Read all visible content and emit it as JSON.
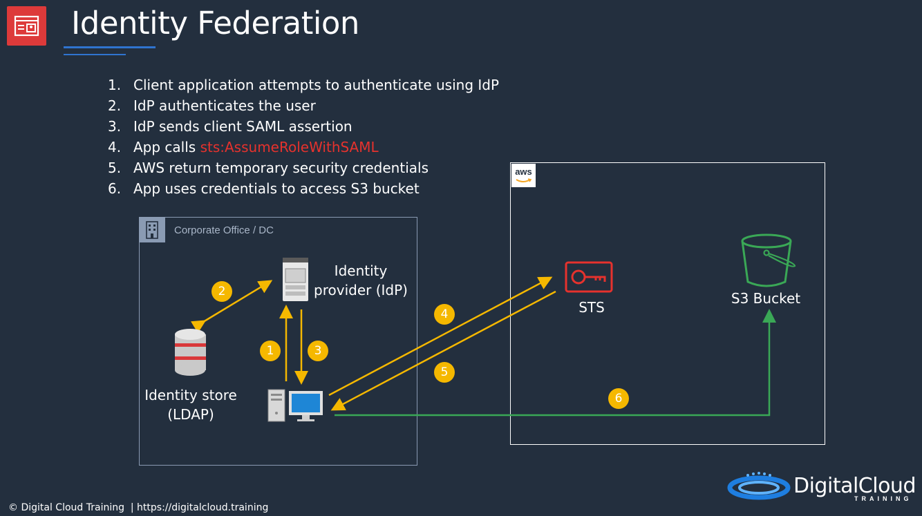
{
  "title": "Identity Federation",
  "steps": [
    {
      "num": "1.",
      "text": "Client application attempts to authenticate using IdP",
      "highlight": ""
    },
    {
      "num": "2.",
      "text": "IdP authenticates the user",
      "highlight": ""
    },
    {
      "num": "3.",
      "text": "IdP sends client SAML assertion",
      "highlight": ""
    },
    {
      "num": "4.",
      "text": "App calls ",
      "highlight": "sts:AssumeRoleWithSAML"
    },
    {
      "num": "5.",
      "text": "AWS return temporary security credentials",
      "highlight": ""
    },
    {
      "num": "6.",
      "text": "App uses credentials to access S3 bucket",
      "highlight": ""
    }
  ],
  "corporate": {
    "label": "Corporate Office / DC"
  },
  "aws": {
    "logo": "aws"
  },
  "nodes": {
    "idp": "Identity\nprovider (IdP)",
    "store": "Identity store\n(LDAP)",
    "sts": "STS",
    "s3": "S3 Bucket"
  },
  "badges": [
    "1",
    "2",
    "3",
    "4",
    "5",
    "6"
  ],
  "icons": {
    "title": "identity-card-icon",
    "corporate": "office-building-icon",
    "idp": "server-icon",
    "store": "database-icon",
    "client": "desktop-computer-icon",
    "sts": "key-icon",
    "s3": "bucket-icon"
  },
  "colors": {
    "background": "#232f3e",
    "accent_red": "#dd3a3a",
    "highlight": "#e6322d",
    "arrow_yellow": "#f5b800",
    "arrow_green": "#3aa856",
    "title_underline": "#2f74d0"
  },
  "footer": {
    "copyright": "© Digital Cloud Training  | https://digitalcloud.training",
    "brand": "DigitalCloud",
    "brand_sub": "TRAINING"
  }
}
